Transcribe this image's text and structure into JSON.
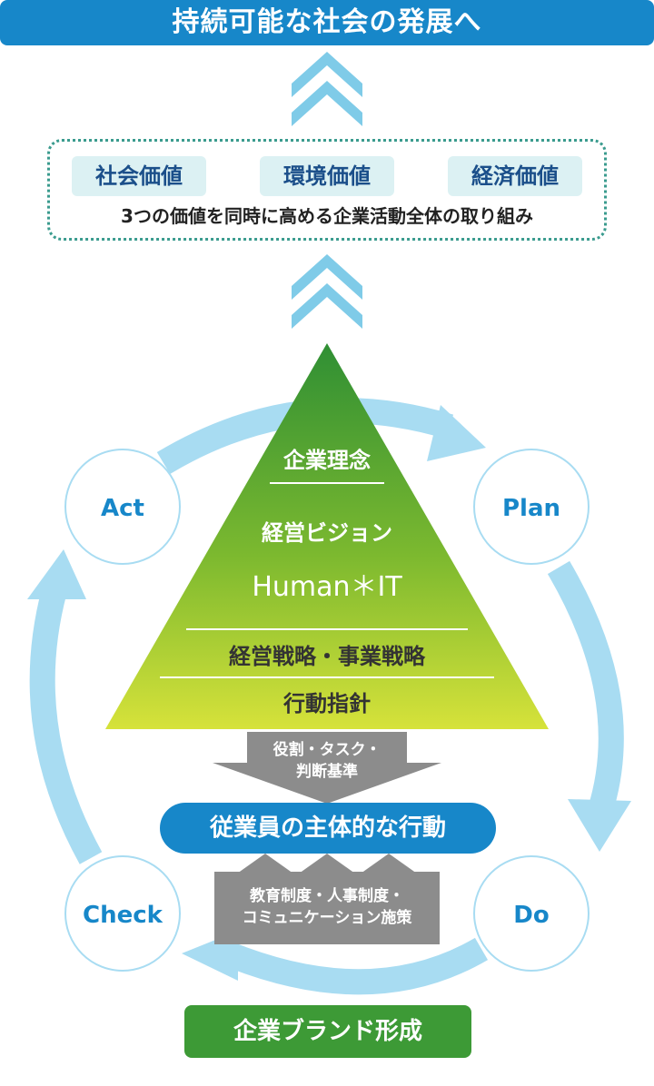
{
  "title": "持続可能な社会の発展へ",
  "values": {
    "items": [
      "社会価値",
      "環境価値",
      "経済価値"
    ],
    "description": "3つの価値を同時に高める企業活動全体の取り組み"
  },
  "pyramid": {
    "philosophy": "企業理念",
    "vision": "経営ビジョン",
    "vision_slogan": "Human＊IT",
    "strategy": "経営戦略・事業戦略",
    "guidelines": "行動指針"
  },
  "down_arrow": {
    "line1": "役割・タスク・",
    "line2": "判断基準"
  },
  "employee_action": "従業員の主体的な行動",
  "up_arrows": {
    "line1": "教育制度・人事制度・",
    "line2": "コミュニケーション施策"
  },
  "brand": "企業ブランド形成",
  "cycle": {
    "act": "Act",
    "plan": "Plan",
    "check": "Check",
    "do": "Do"
  },
  "colors": {
    "banner_blue": "#1787c9",
    "cycle_arrow": "#a8dcf2",
    "node_text": "#1787c9",
    "pyramid_top": "#2f8f34",
    "pyramid_bottom": "#d6e23a",
    "gray_arrow": "#8c8c8c",
    "brand_green": "#3d9a36",
    "dotted_border": "#3a9b8e"
  },
  "icons": {
    "upward_chevrons": "double-chevron-up-icon"
  }
}
